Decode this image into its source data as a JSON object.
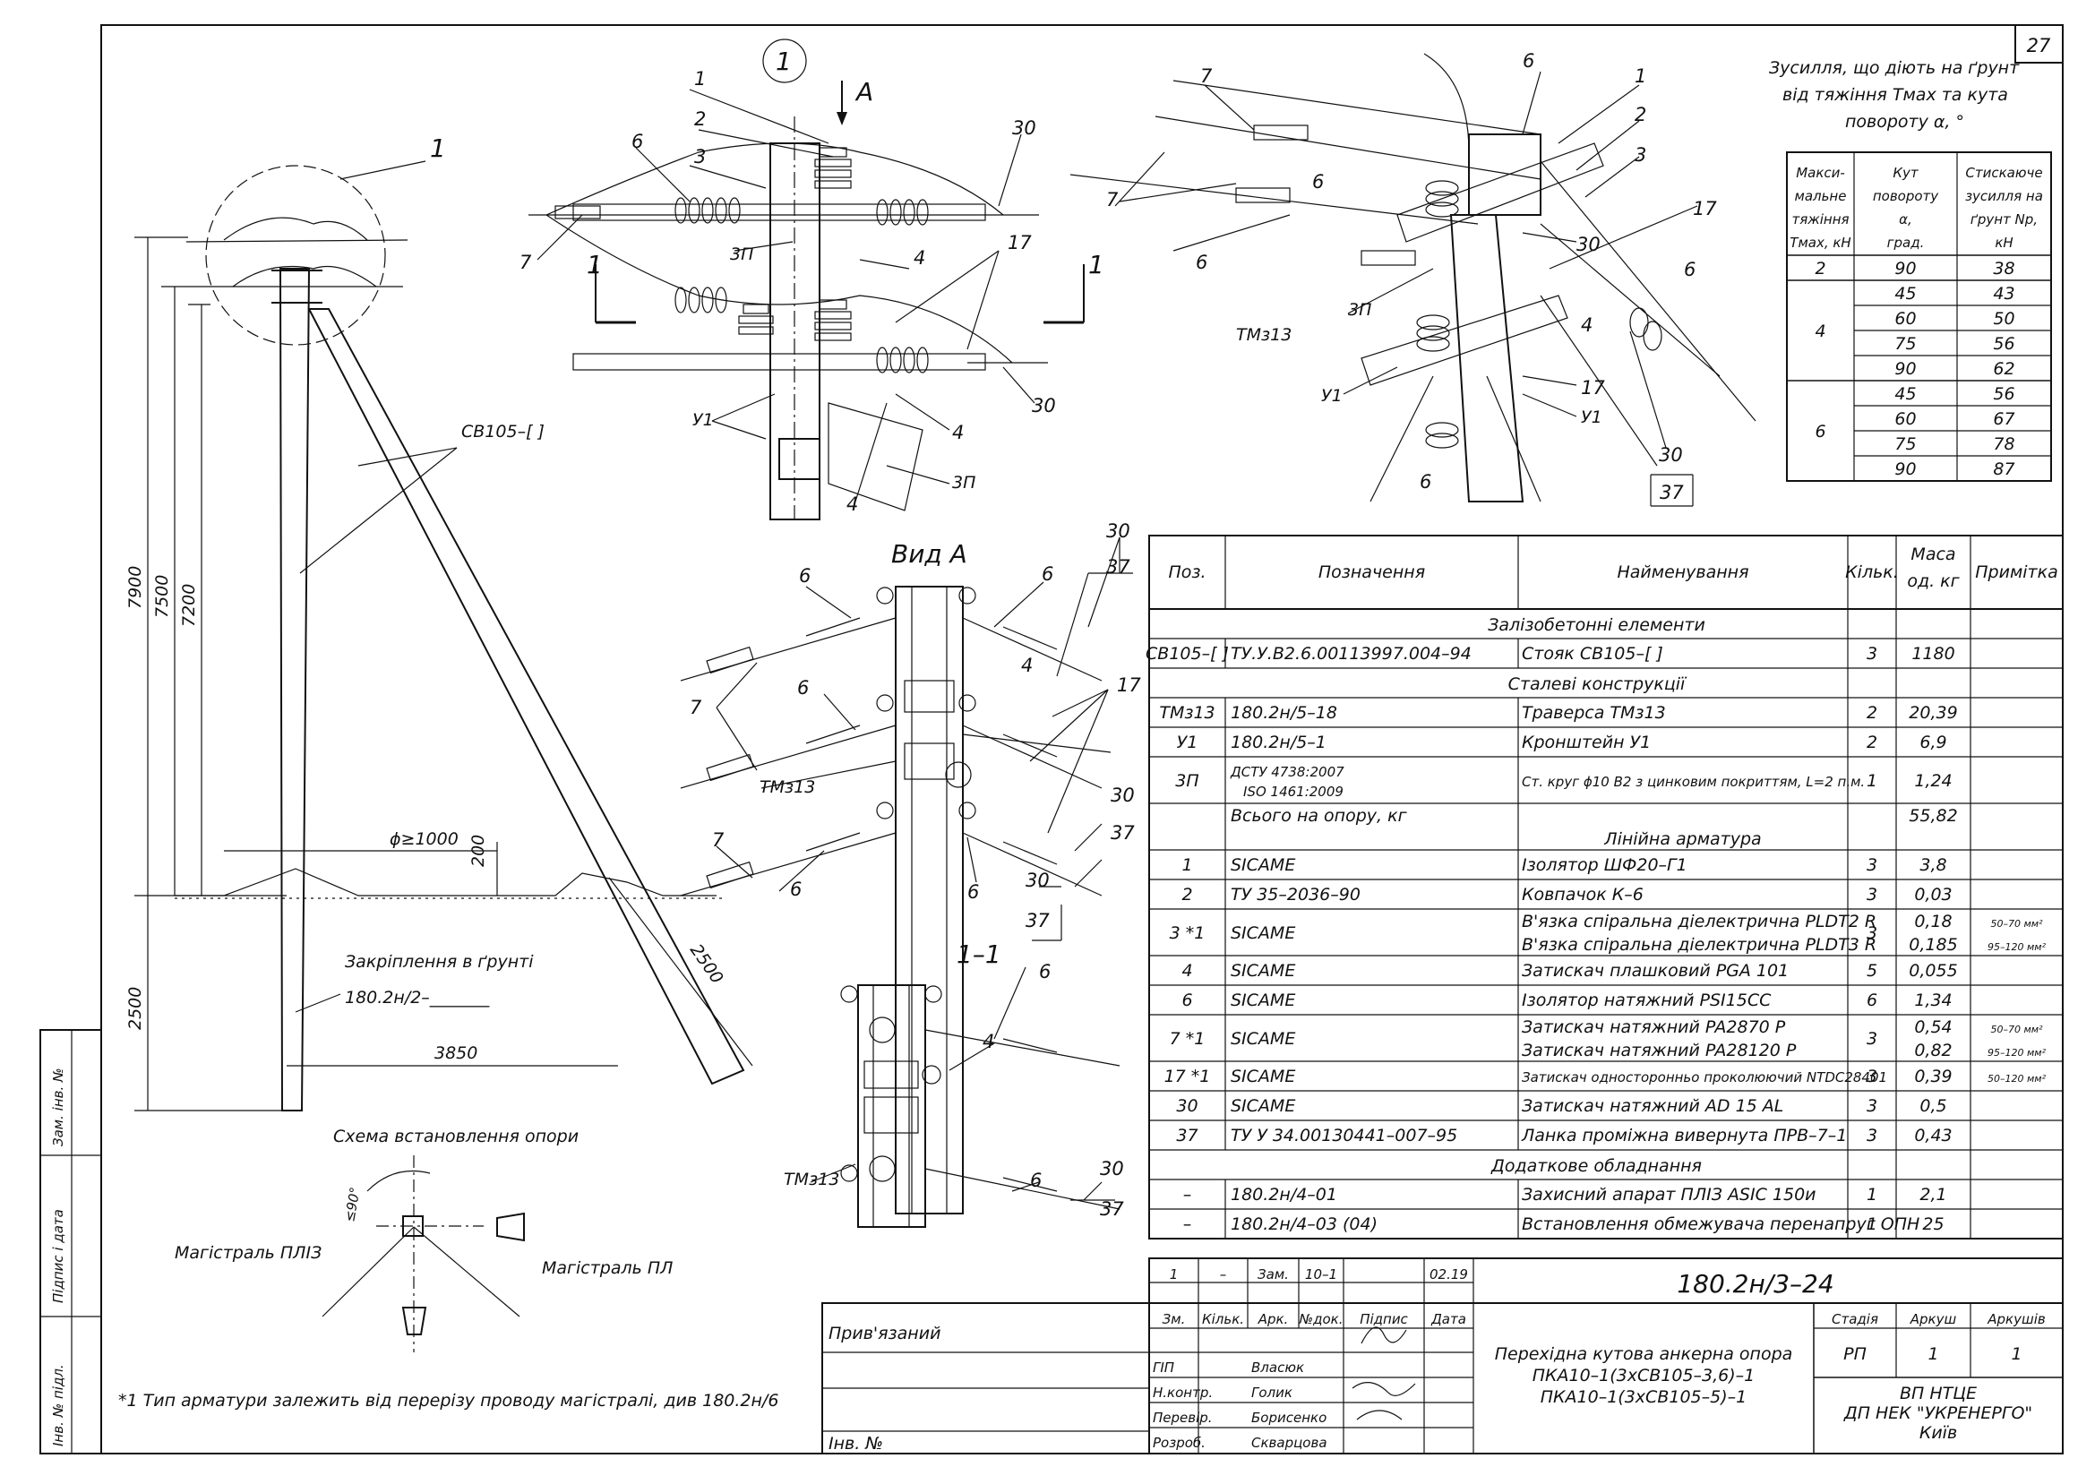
{
  "sheet_number": "27",
  "side_labels": {
    "inv_pidl": "Інв. № підл.",
    "pidpys_data": "Підпис і дата",
    "zam_inv": "Зам. інв. №"
  },
  "views": {
    "detail_1": "1",
    "view_a_arrow": "А",
    "view_a_title": "Вид А",
    "section_title": "1–1",
    "section_mark": "1",
    "installation_caption": "Схема встановлення опори",
    "ground_fixing": "Закріплення в ґрунті",
    "ground_fixing_ref": "180.2н/2–_______",
    "pole_mark": "СВ105–[     ]",
    "tm_label": "ТМз13",
    "u_label": "У1",
    "zp_label": "3П"
  },
  "callouts": {
    "n1": "1",
    "n2": "2",
    "n3": "3",
    "n4": "4",
    "n6": "6",
    "n7": "7",
    "n17": "17",
    "n30": "30",
    "n37": "37"
  },
  "dimensions": {
    "d7900": "7900",
    "d7500": "7500",
    "d7200": "7200",
    "d2500": "2500",
    "d2500b": "2500",
    "d3850": "3850",
    "d200": "200",
    "diam": "ϕ≥1000"
  },
  "scheme": {
    "angle": "≤90°",
    "mag_pliz": "Магістраль ПЛІЗ",
    "mag_pl": "Магістраль ПЛ"
  },
  "footnote": "*1 Тип арматури залежить від перерізу проводу магістралі, див 180.2н/6",
  "force_table": {
    "title_lines": [
      "Зусилля, що діють на ґрунт",
      "від тяжіння Tмах та кута",
      "повороту α, °"
    ],
    "headers": [
      [
        "Макси-",
        "мальне",
        "тяжіння",
        "Tмах, кН"
      ],
      [
        "Кут",
        "повороту",
        "α,",
        "град."
      ],
      [
        "Стискаюче",
        "зусилля на",
        "ґрунт Nр,",
        "кН"
      ]
    ],
    "groups": [
      {
        "t": "2",
        "rows": [
          [
            "90",
            "38"
          ]
        ]
      },
      {
        "t": "4",
        "rows": [
          [
            "45",
            "43"
          ],
          [
            "60",
            "50"
          ],
          [
            "75",
            "56"
          ],
          [
            "90",
            "62"
          ]
        ]
      },
      {
        "t": "6",
        "rows": [
          [
            "45",
            "56"
          ],
          [
            "60",
            "67"
          ],
          [
            "75",
            "78"
          ],
          [
            "90",
            "87"
          ]
        ]
      }
    ]
  },
  "spec": {
    "headers": [
      "Поз.",
      "Позначення",
      "Найменування",
      "Кільк.",
      "Маса од. кг",
      "Примітка"
    ],
    "rows": [
      {
        "section": "Залізобетонні елементи"
      },
      {
        "pos": "СВ105–[  ]",
        "des": "ТУ.У.В2.6.00113997.004–94",
        "name": "Стояк СВ105–[           ]",
        "qty": "3",
        "mass": "1180",
        "note": ""
      },
      {
        "section": "Сталеві конструкції"
      },
      {
        "pos": "ТМз13",
        "des": "180.2н/5–18",
        "name": "Траверса ТМз13",
        "qty": "2",
        "mass": "20,39",
        "note": ""
      },
      {
        "pos": "У1",
        "des": "180.2н/5–1",
        "name": "Кронштейн У1",
        "qty": "2",
        "mass": "6,9",
        "note": ""
      },
      {
        "pos": "3П",
        "des": "ДСТУ 4738:2007",
        "des2": "ISO 1461:2009",
        "name": "Ст. круг ϕ10 В2 з цинковим покриттям, L=2 п.м.",
        "qty": "1",
        "mass": "1,24",
        "note": ""
      },
      {
        "pos": "",
        "des": "Всього на опору, кг",
        "name": "",
        "qty": "",
        "mass": "55,82",
        "note": "",
        "sub": "Лінійна арматура"
      },
      {
        "pos": "1",
        "des": "SICAME",
        "name": "Ізолятор ШФ20–Г1",
        "qty": "3",
        "mass": "3,8",
        "note": ""
      },
      {
        "pos": "2",
        "des": "ТУ 35–2036–90",
        "name": "Ковпачок К–6",
        "qty": "3",
        "mass": "0,03",
        "note": ""
      },
      {
        "pos": "3 *1",
        "des": "SICAME",
        "name": "В'язка спіральна діелектрична PLDT2 R",
        "name2": "В'язка спіральна діелектрична PLDT3 R",
        "qty": "3",
        "mass": "0,18",
        "mass2": "0,185",
        "note": "50–70 мм²",
        "note2": "95–120 мм²"
      },
      {
        "pos": "4",
        "des": "SICAME",
        "name": "Затискач плашковий PGA 101",
        "qty": "5",
        "mass": "0,055",
        "note": ""
      },
      {
        "pos": "6",
        "des": "SICAME",
        "name": "Ізолятор натяжний PSI15CC",
        "qty": "6",
        "mass": "1,34",
        "note": ""
      },
      {
        "pos": "7 *1",
        "des": "SICAME",
        "name": "Затискач натяжний PA2870 P",
        "name2": "Затискач натяжний PA28120 P",
        "qty": "3",
        "mass": "0,54",
        "mass2": "0,82",
        "note": "50–70 мм²",
        "note2": "95–120 мм²"
      },
      {
        "pos": "17 *1",
        "des": "SICAME",
        "name": "Затискач односторонньо проколюючий NTDC28401",
        "qty": "3",
        "mass": "0,39",
        "note": "50–120 мм²"
      },
      {
        "pos": "30",
        "des": "SICAME",
        "name": "Затискач натяжний AD 15 AL",
        "qty": "3",
        "mass": "0,5",
        "note": ""
      },
      {
        "pos": "37",
        "des": "ТУ У 34.00130441–007–95",
        "name": "Ланка проміжна вивернута ПРВ–7–1",
        "qty": "3",
        "mass": "0,43",
        "note": ""
      },
      {
        "section": "Додаткове обладнання"
      },
      {
        "pos": "–",
        "des": "180.2н/4–01",
        "name": "Захисний апарат ПЛІЗ ASIC 150и",
        "qty": "1",
        "mass": "2,1",
        "note": ""
      },
      {
        "pos": "–",
        "des": "180.2н/4–03 (04)",
        "name": "Встановлення обмежувача перенапруг ОПН",
        "qty": "1",
        "mass": "25",
        "note": ""
      }
    ]
  },
  "title_block": {
    "revision": {
      "izm": "1",
      "kilk": "–",
      "arkush": "Зам.",
      "ndok": "10–1",
      "data": "02.19"
    },
    "col_headers": [
      "Зм.",
      "Кільк.",
      "Арк.",
      "№док.",
      "Підпис",
      "Дата"
    ],
    "doc_code": "180.2н/3–24",
    "privyazaniy": "Прив'язаний",
    "inv_no": "Інв. №",
    "roles": [
      [
        "ГІП",
        "Власюк"
      ],
      [
        "Н.контр.",
        "Голик"
      ],
      [
        "Перевір.",
        "Борисенко"
      ],
      [
        "Розроб.",
        "Скварцова"
      ]
    ],
    "description_lines": [
      "Перехідна кутова анкерна опора",
      "ПКА10–1(3хСВ105–3,6)–1",
      "ПКА10–1(3хСВ105–5)–1"
    ],
    "stage_headers": [
      "Стадія",
      "Аркуш",
      "Аркушів"
    ],
    "stage_values": [
      "РП",
      "1",
      "1"
    ],
    "org_lines": [
      "ВП НТЦЕ",
      "ДП НЕК \"УКРЕНЕРГО\"",
      "Київ"
    ]
  }
}
